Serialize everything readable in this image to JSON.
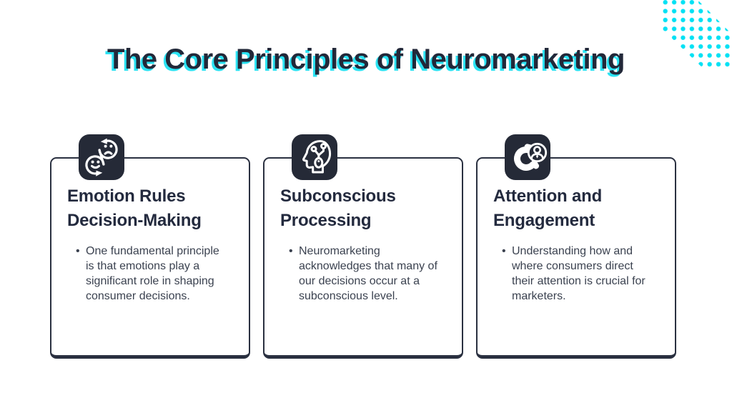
{
  "slide": {
    "title": "The Core Principles of Neuromarketing"
  },
  "theme": {
    "background": "#ffffff",
    "ink": "#222839",
    "accent_cyan": "#2be3f3",
    "dot_cyan": "#00e1f4",
    "card_border": "#2a3040",
    "icon_background": "#252a37",
    "body_text": "#3b4250"
  },
  "decor": {
    "dot_pattern": "diagonal-cyan-dot-grid"
  },
  "cards": [
    {
      "icon": "emotion-cycle-icon",
      "title": "Emotion Rules\nDecision-Making",
      "bullets": [
        "One fundamental principle is that emotions play a significant role in shaping consumer decisions."
      ]
    },
    {
      "icon": "subconscious-processing-icon",
      "title": "Subconscious\nProcessing",
      "bullets": [
        "Neuromarketing acknowledges that many of our decisions occur at a subconscious level."
      ]
    },
    {
      "icon": "attention-magnet-icon",
      "title": "Attention and\nEngagement",
      "bullets": [
        "Understanding how and where consumers direct their attention is crucial for marketers."
      ]
    }
  ]
}
